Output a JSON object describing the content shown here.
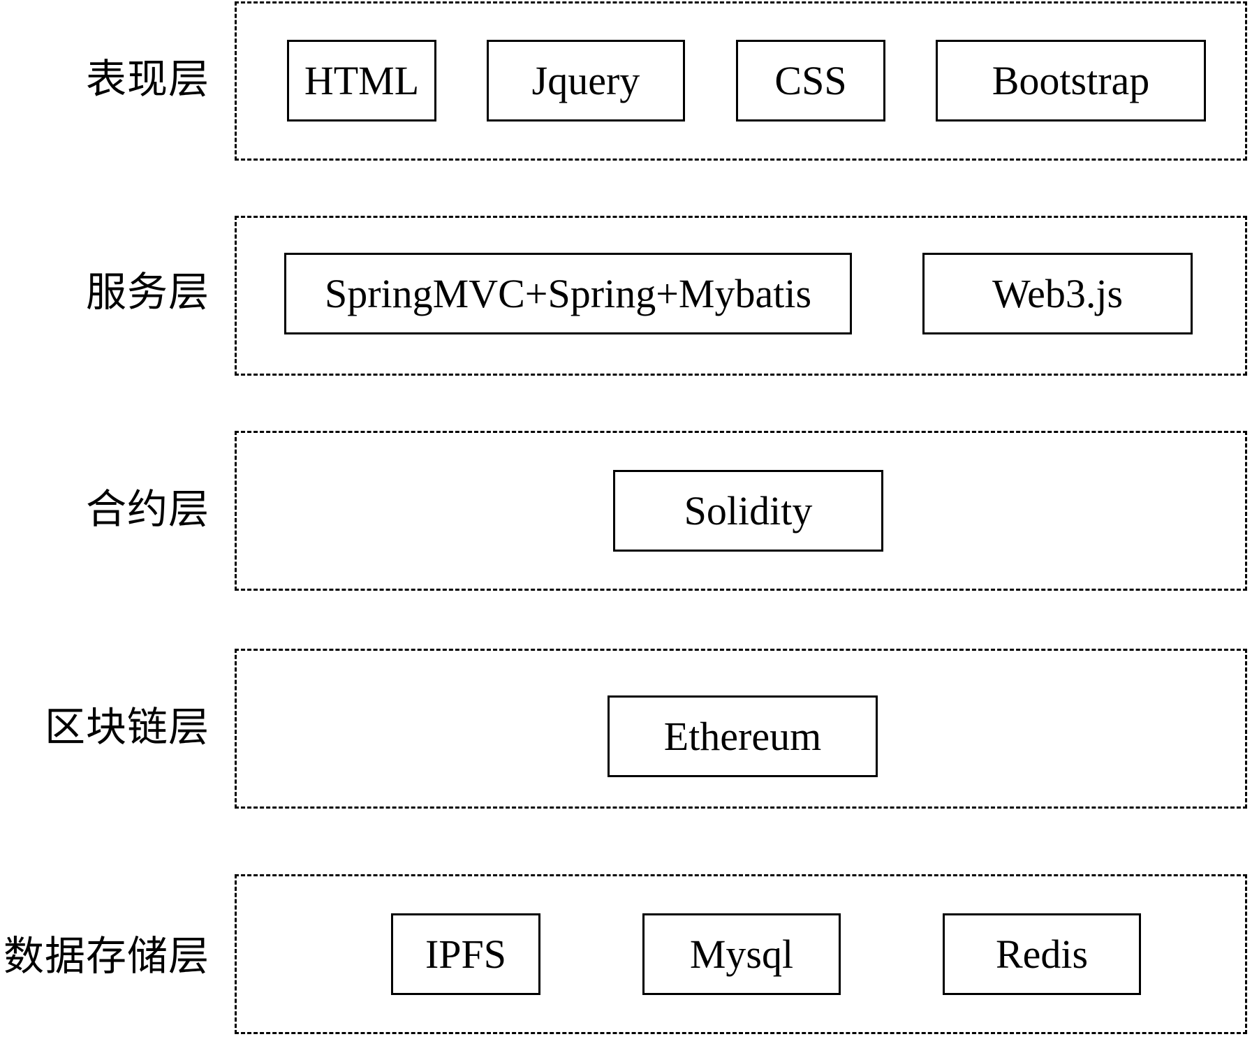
{
  "layers": [
    {
      "label": "表现层",
      "items": [
        "HTML",
        "Jquery",
        "CSS",
        "Bootstrap"
      ]
    },
    {
      "label": "服务层",
      "items": [
        "SpringMVC+Spring+Mybatis",
        "Web3.js"
      ]
    },
    {
      "label": "合约层",
      "items": [
        "Solidity"
      ]
    },
    {
      "label": "区块链层",
      "items": [
        "Ethereum"
      ]
    },
    {
      "label": "数据存储层",
      "items": [
        "IPFS",
        "Mysql",
        "Redis"
      ]
    }
  ]
}
